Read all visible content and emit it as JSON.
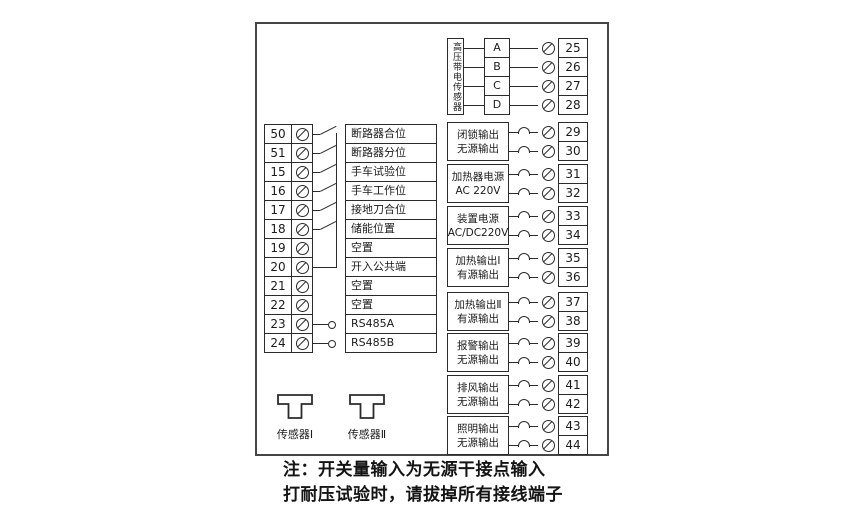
{
  "left_block": {
    "rows": [
      {
        "num": "50",
        "label": "断路器合位"
      },
      {
        "num": "51",
        "label": "断路器分位"
      },
      {
        "num": "15",
        "label": "手车试验位"
      },
      {
        "num": "16",
        "label": "手车工作位"
      },
      {
        "num": "17",
        "label": "接地刀合位"
      },
      {
        "num": "18",
        "label": "储能位置"
      },
      {
        "num": "19",
        "label": "空置"
      },
      {
        "num": "20",
        "label": "开入公共端"
      },
      {
        "num": "21",
        "label": "空置"
      },
      {
        "num": "22",
        "label": "空置"
      },
      {
        "num": "23",
        "label": "RS485A"
      },
      {
        "num": "24",
        "label": "RS485B"
      }
    ]
  },
  "sensors": [
    {
      "label": "传感器Ⅰ"
    },
    {
      "label": "传感器Ⅱ"
    }
  ],
  "hv_sensor": {
    "label": "高压带电传感器",
    "channels": [
      "A",
      "B",
      "C",
      "D"
    ],
    "terminals": [
      "25",
      "26",
      "27",
      "28"
    ]
  },
  "right_groups": [
    {
      "line1": "闭锁输出",
      "line2": "无源输出",
      "t1": "29",
      "t2": "30"
    },
    {
      "line1": "加热器电源",
      "line2": "AC 220V",
      "t1": "31",
      "t2": "32"
    },
    {
      "line1": "装置电源",
      "line2": "AC/DC220V",
      "t1": "33",
      "t2": "34"
    },
    {
      "line1": "加热输出Ⅰ",
      "line2": "有源输出",
      "t1": "35",
      "t2": "36"
    },
    {
      "line1": "加热输出Ⅱ",
      "line2": "有源输出",
      "t1": "37",
      "t2": "38"
    },
    {
      "line1": "报警输出",
      "line2": "无源输出",
      "t1": "39",
      "t2": "40"
    },
    {
      "line1": "排风输出",
      "line2": "无源输出",
      "t1": "41",
      "t2": "42"
    },
    {
      "line1": "照明输出",
      "line2": "无源输出",
      "t1": "43",
      "t2": "44"
    }
  ],
  "note": {
    "line1": "注：开关量输入为无源干接点输入",
    "line2": "打耐压试验时，请拔掉所有接线端子"
  },
  "colors": {
    "line": "#2b2b2b",
    "background": "#ffffff"
  }
}
